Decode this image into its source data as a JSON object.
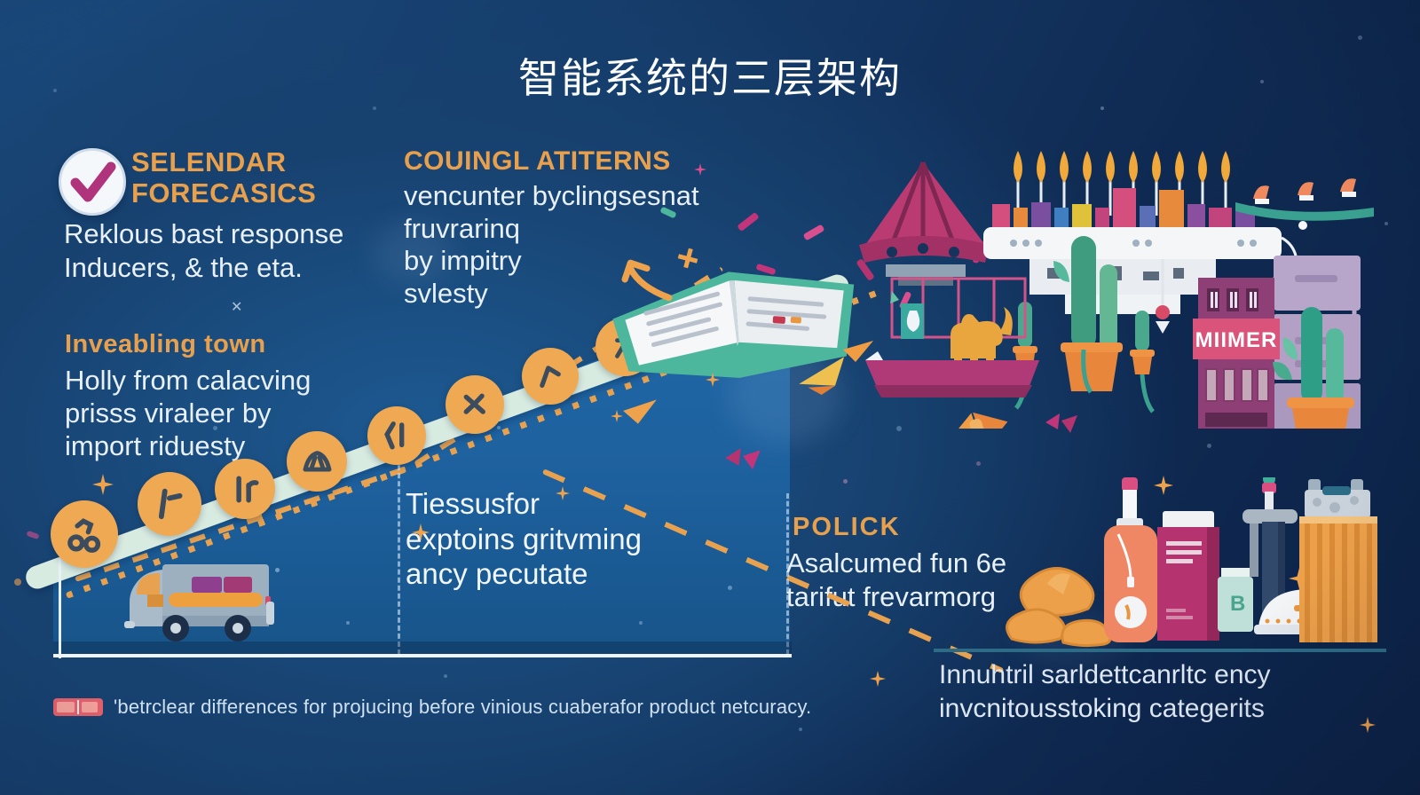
{
  "title": "智能系统的三层架构",
  "sections": {
    "forecast": {
      "heading": [
        "SELENDAR",
        "FORECASICS"
      ],
      "body": [
        "Reklous bast response",
        "Inducers, & the eta."
      ]
    },
    "enabling": {
      "heading": "Inveabling town",
      "body": [
        "Holly from calacving",
        "prisss viraleer by",
        "import riduesty"
      ]
    },
    "counting": {
      "heading": "COUINGL ATITERNS",
      "body": [
        "vencunter byclingsesnat",
        "fruvrarinq",
        "by impitry",
        "svlesty"
      ]
    },
    "measure": {
      "body": [
        "Tiessusfor",
        "exptoins gritvming",
        "ancy pecutate"
      ]
    },
    "policy": {
      "heading": "POLICK",
      "body": [
        "Asalcumed fun 6e",
        "tarifut frevarmorg"
      ]
    },
    "industry": {
      "body": [
        "Innuhtril sarldettcanrltc ency",
        "invcnitousstoking categerits"
      ]
    }
  },
  "legend": {
    "text": "'betrclear differences for projucing before vinious cuaberafor product netcuracy."
  },
  "labels": {
    "building": "MIIMER",
    "carton": "B"
  },
  "icons": {
    "badge": "checkmark-icon",
    "steps": [
      "molecule-icon",
      "gauge-icon",
      "bars-icon",
      "croissant-icon",
      "slash-icon",
      "cross-icon",
      "trend-icon",
      "person-icon"
    ],
    "legend_key": "legend-key-icon"
  },
  "colors": {
    "heading_orange": "#e8a04c",
    "accent_orange": "#efa24c",
    "magenta": "#b5346f",
    "ribbon_mint": "#d8ebe1",
    "panel_blue": "#1e69a7",
    "bg_navy": "#102a52",
    "text_light": "#e8f0fa",
    "teal": "#4db79d"
  }
}
